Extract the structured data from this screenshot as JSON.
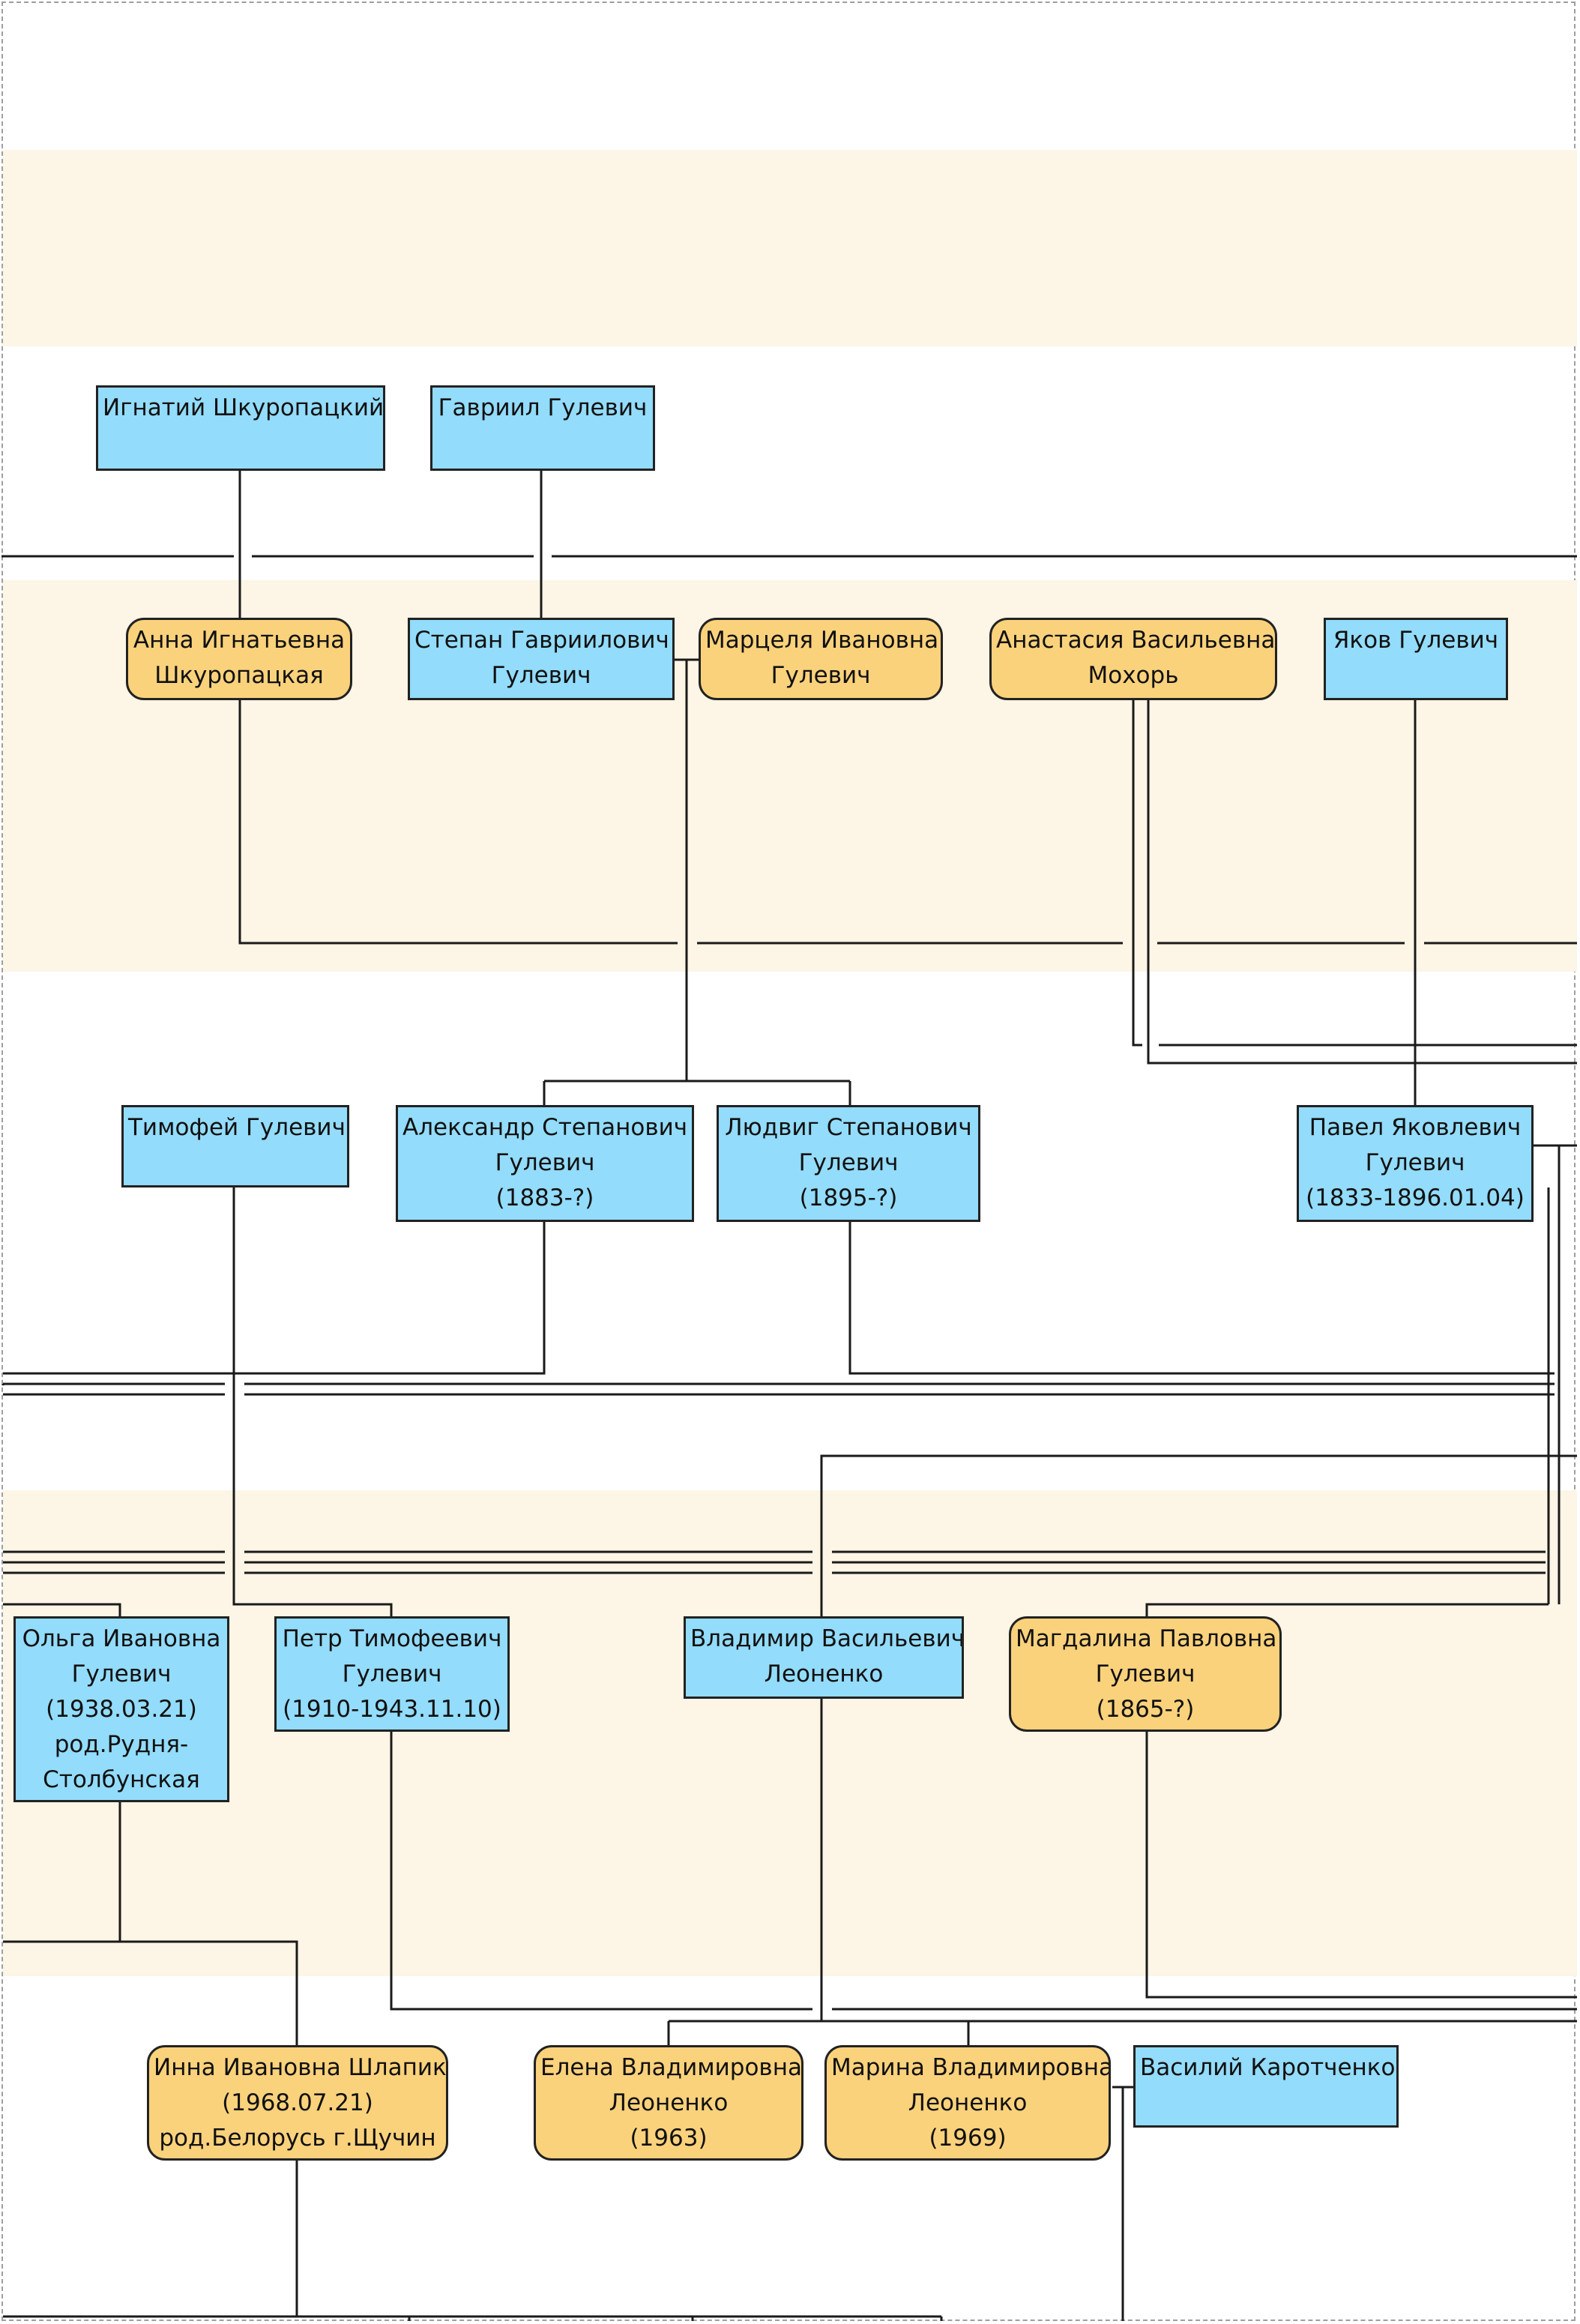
{
  "diagram": {
    "colors": {
      "male_fill": "#93dcfb",
      "female_fill": "#fbd27c",
      "band_fill": "#fdf5e5",
      "line": "#1a1a1a"
    },
    "people": {
      "ignatiy": {
        "lines": [
          "Игнатий Шкуропацкий"
        ]
      },
      "gavriil": {
        "lines": [
          "Гавриил Гулевич"
        ]
      },
      "anna": {
        "lines": [
          "Анна Игнатьевна",
          "Шкуропацкая"
        ]
      },
      "stepan": {
        "lines": [
          "Степан Гавриилович",
          "Гулевич"
        ]
      },
      "martselya": {
        "lines": [
          "Марцеля Ивановна",
          "Гулевич"
        ]
      },
      "anastasia": {
        "lines": [
          "Анастасия Васильевна",
          "Мохорь"
        ]
      },
      "yakov": {
        "lines": [
          "Яков Гулевич"
        ]
      },
      "timofey": {
        "lines": [
          "Тимофей Гулевич"
        ]
      },
      "aleksandr": {
        "lines": [
          "Александр Степанович",
          "Гулевич",
          "(1883-?)"
        ]
      },
      "lyudvig": {
        "lines": [
          "Людвиг Степанович",
          "Гулевич",
          "(1895-?)"
        ]
      },
      "pavel": {
        "lines": [
          "Павел Яковлевич",
          "Гулевич",
          "(1833-1896.01.04)"
        ]
      },
      "olga": {
        "lines": [
          "Ольга Ивановна",
          "Гулевич",
          "(1938.03.21)",
          "род.Рудня-",
          "Столбунская"
        ]
      },
      "petr": {
        "lines": [
          "Петр Тимофеевич",
          "Гулевич",
          "(1910-1943.11.10)"
        ]
      },
      "vladimir": {
        "lines": [
          "Владимир Васильевич",
          "Леоненко"
        ]
      },
      "magdalina": {
        "lines": [
          "Магдалина Павловна",
          "Гулевич",
          "(1865-?)"
        ]
      },
      "inna": {
        "lines": [
          "Инна Ивановна Шлапик",
          "(1968.07.21)",
          "род.Белорусь г.Щучин"
        ]
      },
      "elena": {
        "lines": [
          "Елена Владимировна",
          "Леоненко",
          "(1963)"
        ]
      },
      "marina": {
        "lines": [
          "Марина Владимировна",
          "Леоненко",
          "(1969)"
        ]
      },
      "vasiliy": {
        "lines": [
          "Василий Каротченко"
        ]
      }
    }
  }
}
